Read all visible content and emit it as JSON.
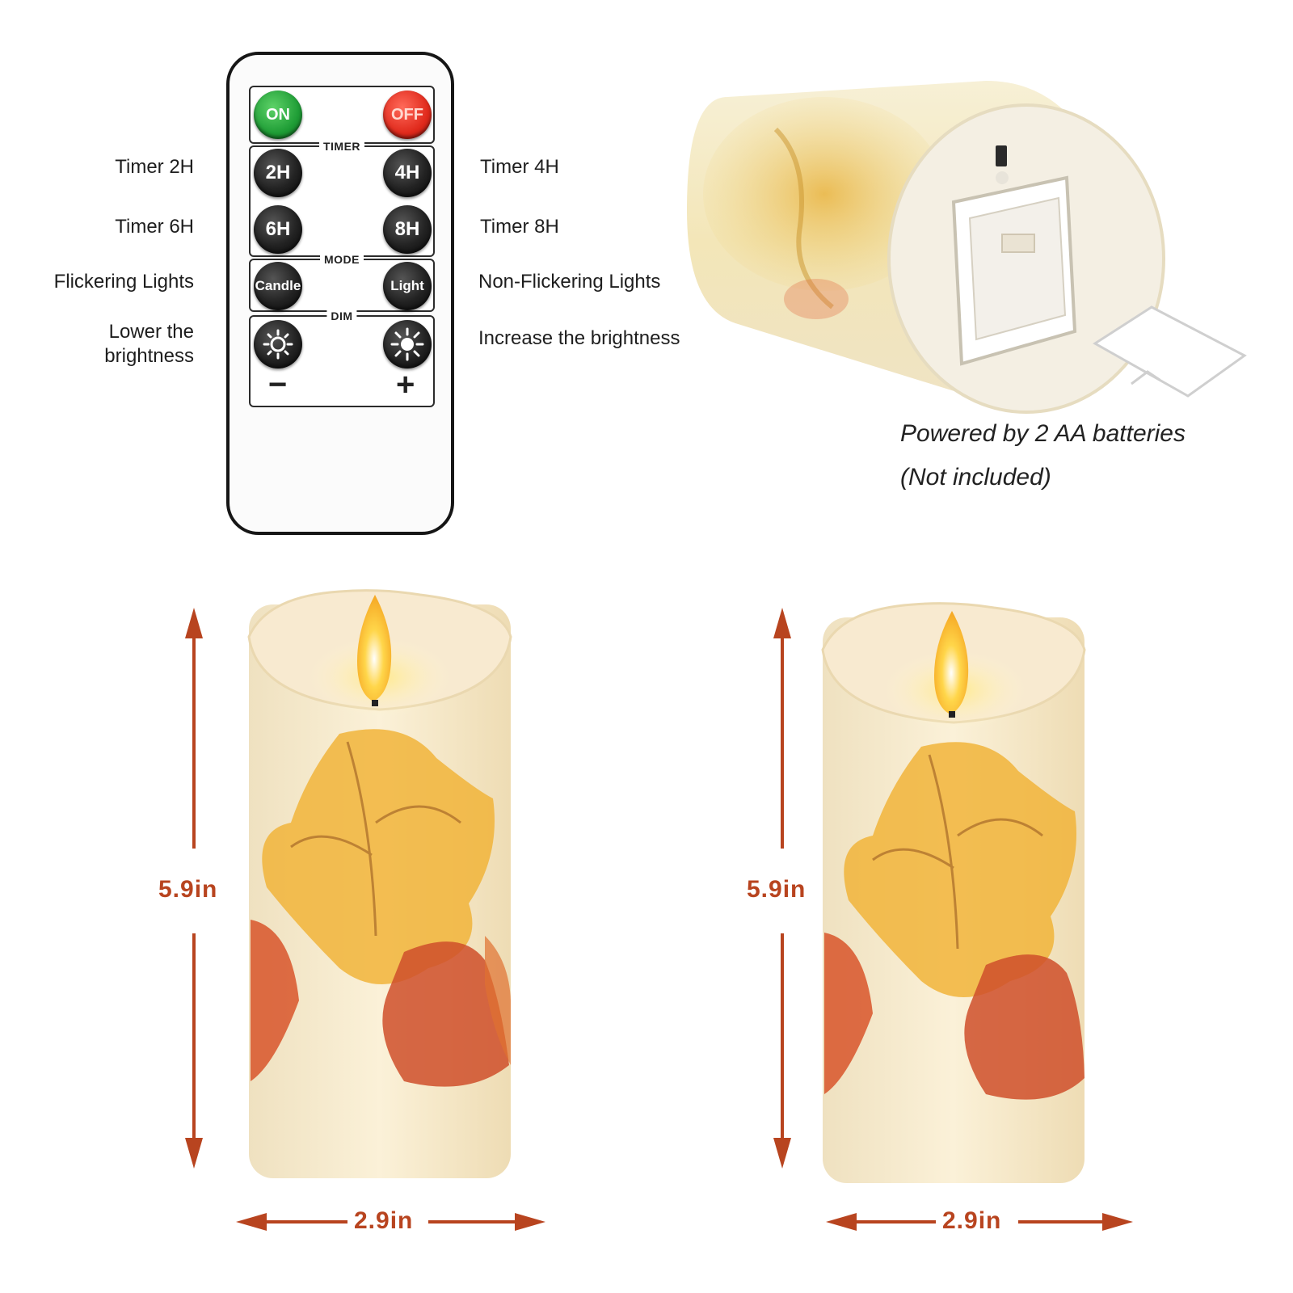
{
  "remote": {
    "on_label": "ON",
    "off_label": "OFF",
    "timer_title": "TIMER",
    "btn_2h": "2H",
    "btn_4h": "4H",
    "btn_6h": "6H",
    "btn_8h": "8H",
    "mode_title": "MODE",
    "btn_candle": "Candle",
    "btn_light": "Light",
    "dim_title": "DIM",
    "minus": "−",
    "plus": "+"
  },
  "labels": {
    "timer_2h": "Timer 2H",
    "timer_4h": "Timer 4H",
    "timer_6h": "Timer 6H",
    "timer_8h": "Timer 8H",
    "flickering": "Flickering Lights",
    "non_flickering": "Non-Flickering Lights",
    "lower_line1": "Lower the",
    "lower_line2": "brightness",
    "increase": "Increase the brightness"
  },
  "battery": {
    "line1": "Powered by 2 AA batteries",
    "line2": "(Not included)"
  },
  "dimensions": {
    "height_left": "5.9in",
    "width_left": "2.9in",
    "height_right": "5.9in",
    "width_right": "2.9in"
  },
  "colors": {
    "dimension": "#b8441f",
    "on_button": "#1f9d36",
    "off_button": "#e02a1c"
  }
}
